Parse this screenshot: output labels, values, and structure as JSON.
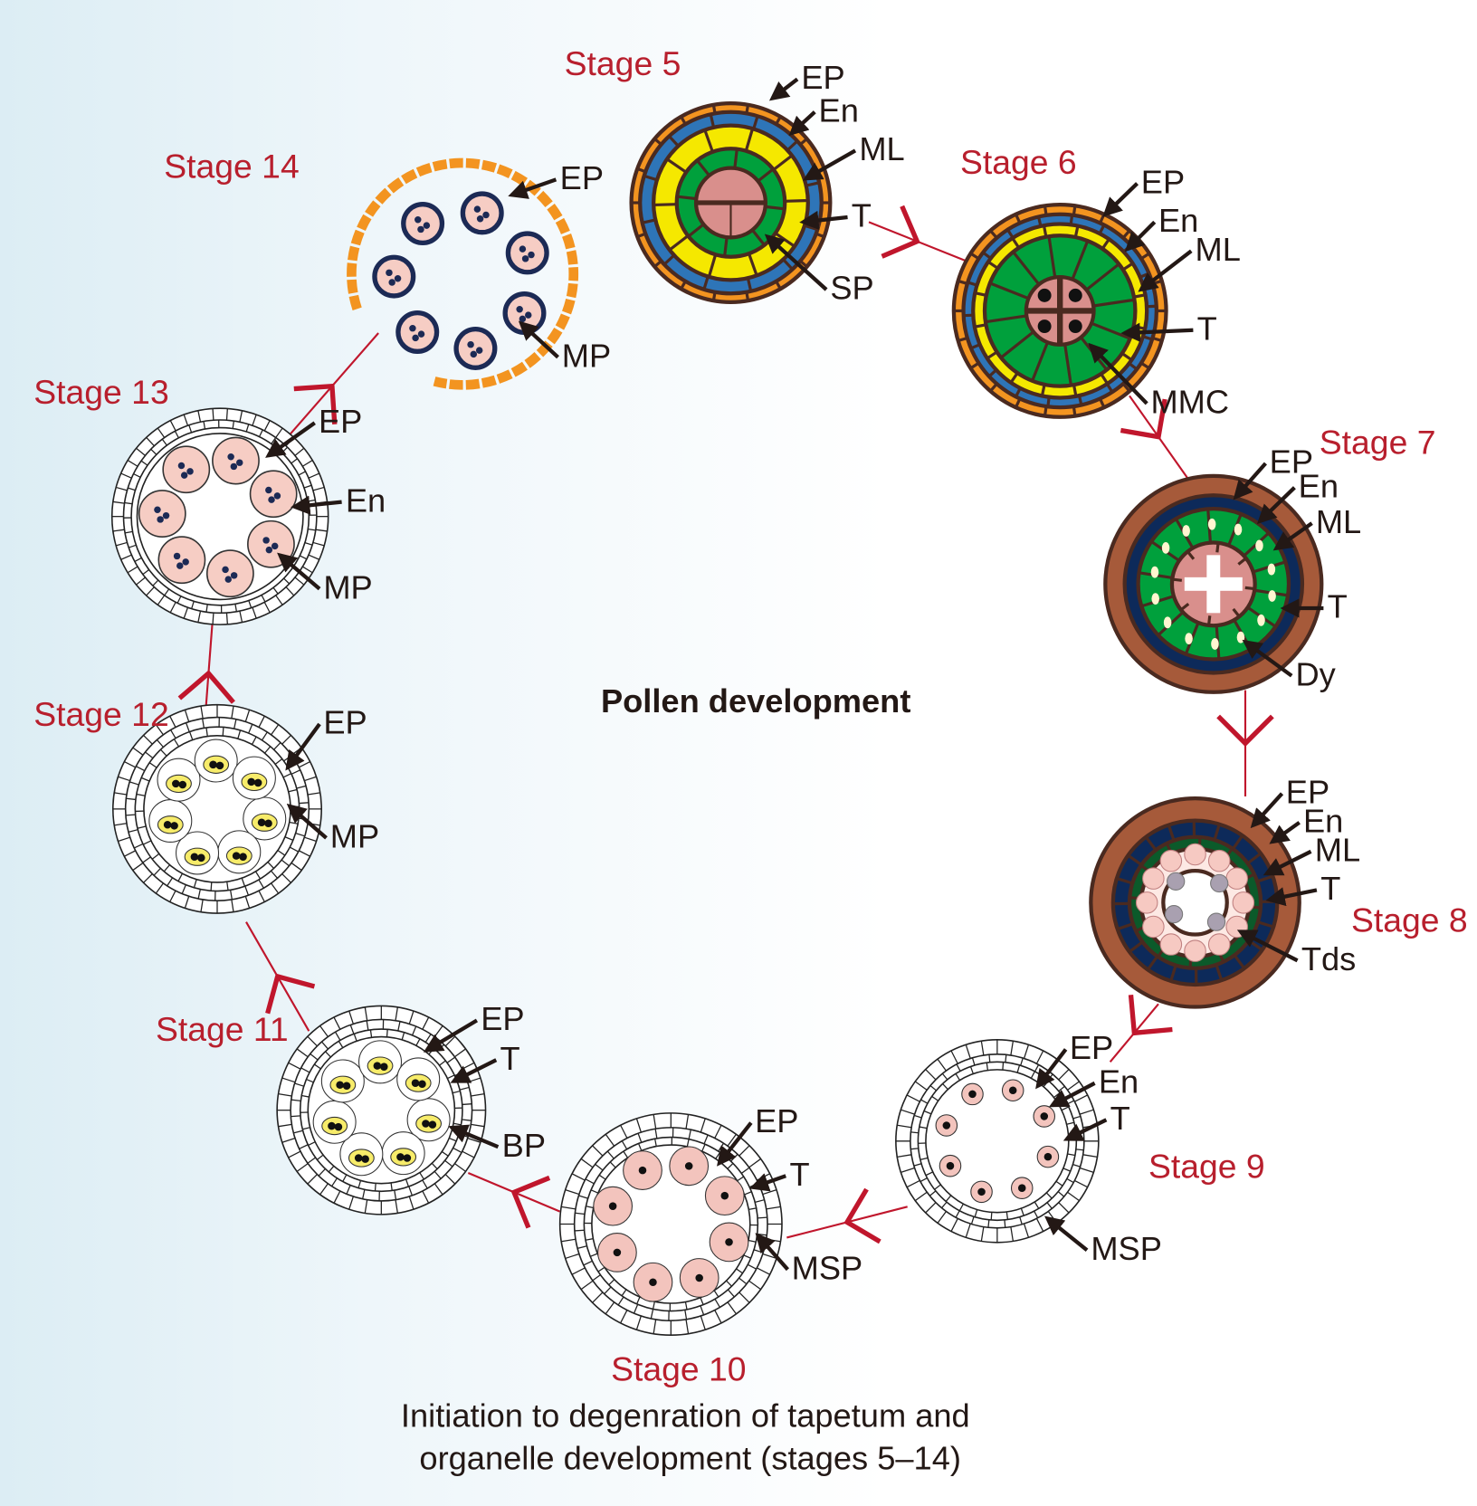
{
  "title": "Pollen development",
  "caption": [
    "Initiation to degenration of tapetum and",
    "organelle development (stages 5–14)"
  ],
  "colors": {
    "arrow": "#c0162c",
    "stage_label": "#b81f2d",
    "orange": "#f39420",
    "blue": "#2e75b8",
    "yellow": "#f5e800",
    "green": "#00a03c",
    "pink": "#d98f8c",
    "brown": "#a65a3a",
    "navy": "#0d2a5a",
    "dark_green": "#0b5a2a",
    "outline": "#4a2a20"
  },
  "stages": [
    {
      "id": "s5",
      "label": "Stage 5",
      "annotations": [
        "EP",
        "En",
        "ML",
        "T",
        "SP"
      ]
    },
    {
      "id": "s6",
      "label": "Stage 6",
      "annotations": [
        "EP",
        "En",
        "ML",
        "T",
        "MMC"
      ]
    },
    {
      "id": "s7",
      "label": "Stage 7",
      "annotations": [
        "EP",
        "En",
        "ML",
        "T",
        "Dy"
      ]
    },
    {
      "id": "s8",
      "label": "Stage 8",
      "annotations": [
        "EP",
        "En",
        "ML",
        "T",
        "Tds"
      ]
    },
    {
      "id": "s9",
      "label": "Stage 9",
      "annotations": [
        "EP",
        "En",
        "T",
        "MSP"
      ]
    },
    {
      "id": "s10",
      "label": "Stage 10",
      "annotations": [
        "EP",
        "T",
        "MSP"
      ]
    },
    {
      "id": "s11",
      "label": "Stage 11",
      "annotations": [
        "EP",
        "T",
        "BP"
      ]
    },
    {
      "id": "s12",
      "label": "Stage 12",
      "annotations": [
        "EP",
        "MP"
      ]
    },
    {
      "id": "s13",
      "label": "Stage 13",
      "annotations": [
        "EP",
        "En",
        "MP"
      ]
    },
    {
      "id": "s14",
      "label": "Stage 14",
      "annotations": [
        "EP",
        "MP"
      ]
    }
  ]
}
